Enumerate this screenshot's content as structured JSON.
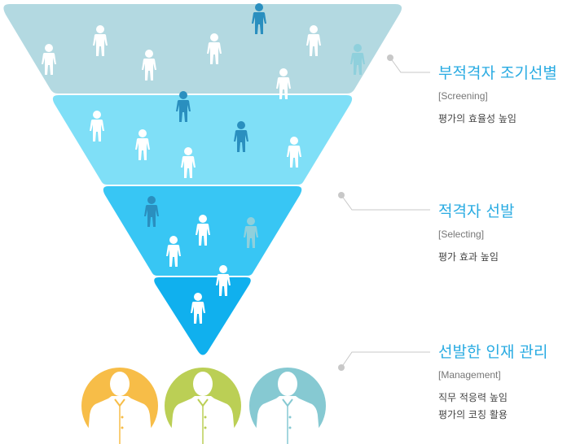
{
  "stages": [
    {
      "title": "부적격자 조기선별",
      "subtitle": "[Screening]",
      "descriptions": [
        "평가의 효율성 높임"
      ],
      "colors": {
        "band": "#b3d9e1",
        "accent": "#29abe2"
      }
    },
    {
      "title": "적격자 선발",
      "subtitle": "[Selecting]",
      "descriptions": [
        "평가 효과 높임"
      ],
      "colors": {
        "band": "#7fdff7"
      }
    },
    {
      "title": "선발한 인재 관리",
      "subtitle": "[Management]",
      "descriptions": [
        "직무 적응력 높임",
        "평가의 코칭 활용"
      ],
      "colors": {
        "band": "#38c6f4"
      }
    }
  ],
  "funnel_colors": [
    "#b3d9e1",
    "#7fdff7",
    "#38c6f4",
    "#10b0ee"
  ],
  "person_colors": {
    "white": "#ffffff",
    "dark": "#2a8fbf",
    "light": "#8fd0dc"
  },
  "circle_colors": [
    "#f7bd48",
    "#bbcf55",
    "#86c9d2"
  ],
  "connector_color": "#c8c8c8",
  "icons": [
    "person-icon",
    "avatar-icon",
    "connector-dot-icon"
  ]
}
